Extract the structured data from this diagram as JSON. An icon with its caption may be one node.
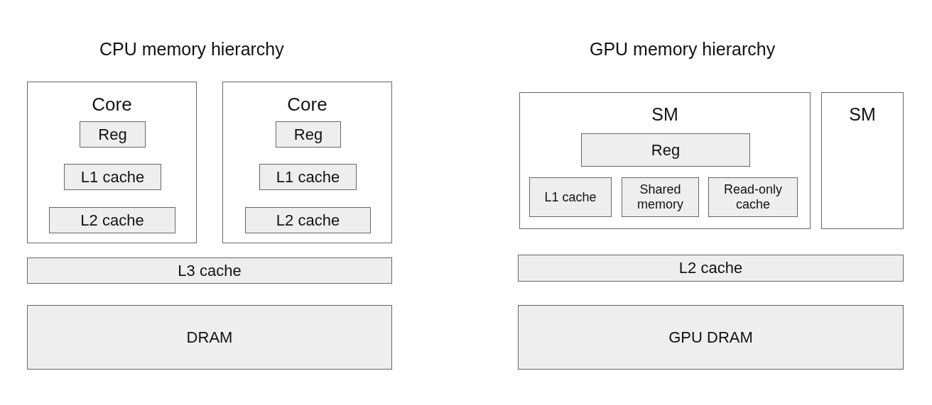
{
  "diagram": {
    "nodes": [
      {
        "text": [
          "Core"
        ]
      },
      {
        "text": [
          "Reg"
        ],
        "in": 0
      },
      {
        "text": [
          "L1 cache"
        ],
        "in": 0
      },
      {
        "text": [
          "L2 cache"
        ],
        "in": 0
      },
      {
        "text": [
          "Core"
        ]
      },
      {
        "text": [
          "Reg"
        ],
        "in": 4
      },
      {
        "text": [
          "L1 cache"
        ],
        "in": 4
      },
      {
        "text": [
          "L2 cache"
        ],
        "in": 4
      },
      {
        "text": [
          "L3 cache"
        ]
      },
      {
        "text": [
          "DRAM"
        ]
      },
      {
        "text": [
          "SM"
        ]
      },
      {
        "text": [
          "Reg"
        ],
        "in": 10
      },
      {
        "text": [
          "L1 cache"
        ],
        "in": 10
      },
      {
        "text": [
          "Shared memory"
        ],
        "in": 10
      },
      {
        "text": [
          "Read-only cache"
        ],
        "in": 10
      },
      {
        "text": [
          "SM"
        ]
      },
      {
        "text": [
          "L2 cache"
        ]
      },
      {
        "text": [
          "GPU DRAM"
        ]
      }
    ],
    "labels": [
      "CPU memory hierarchy",
      "GPU memory hierarchy"
    ]
  }
}
